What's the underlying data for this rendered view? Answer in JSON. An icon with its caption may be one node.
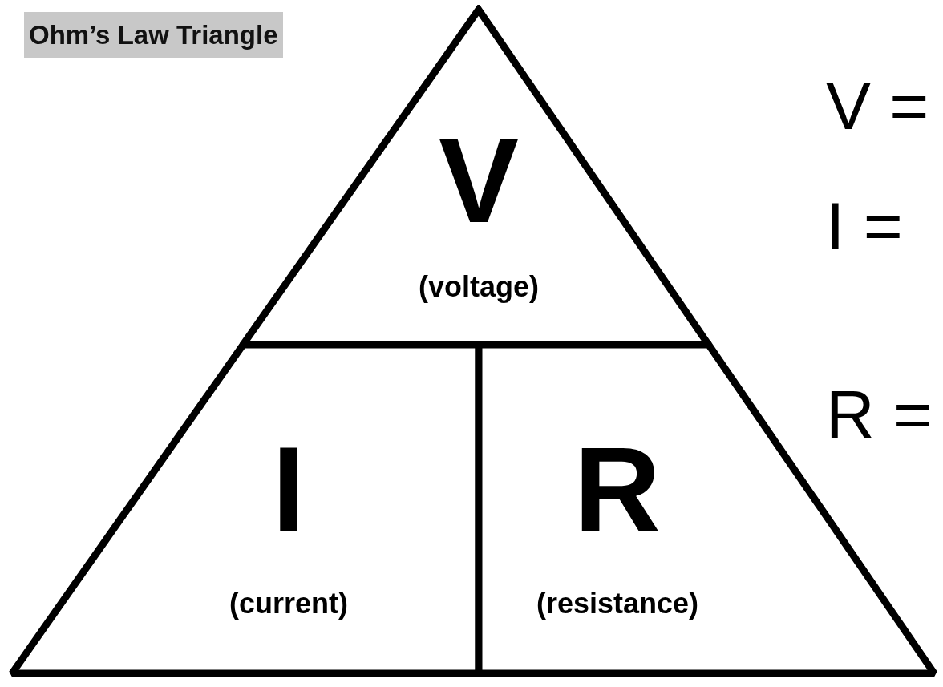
{
  "diagram": {
    "title": "Ohm’s Law Triangle",
    "nodes": [
      {
        "text": [
          "V",
          "(voltage)"
        ]
      },
      {
        "text": [
          "I",
          "(current)"
        ]
      },
      {
        "text": [
          "R",
          "(resistance)"
        ]
      }
    ],
    "labels": [
      "V =",
      "I =",
      "R ="
    ]
  }
}
